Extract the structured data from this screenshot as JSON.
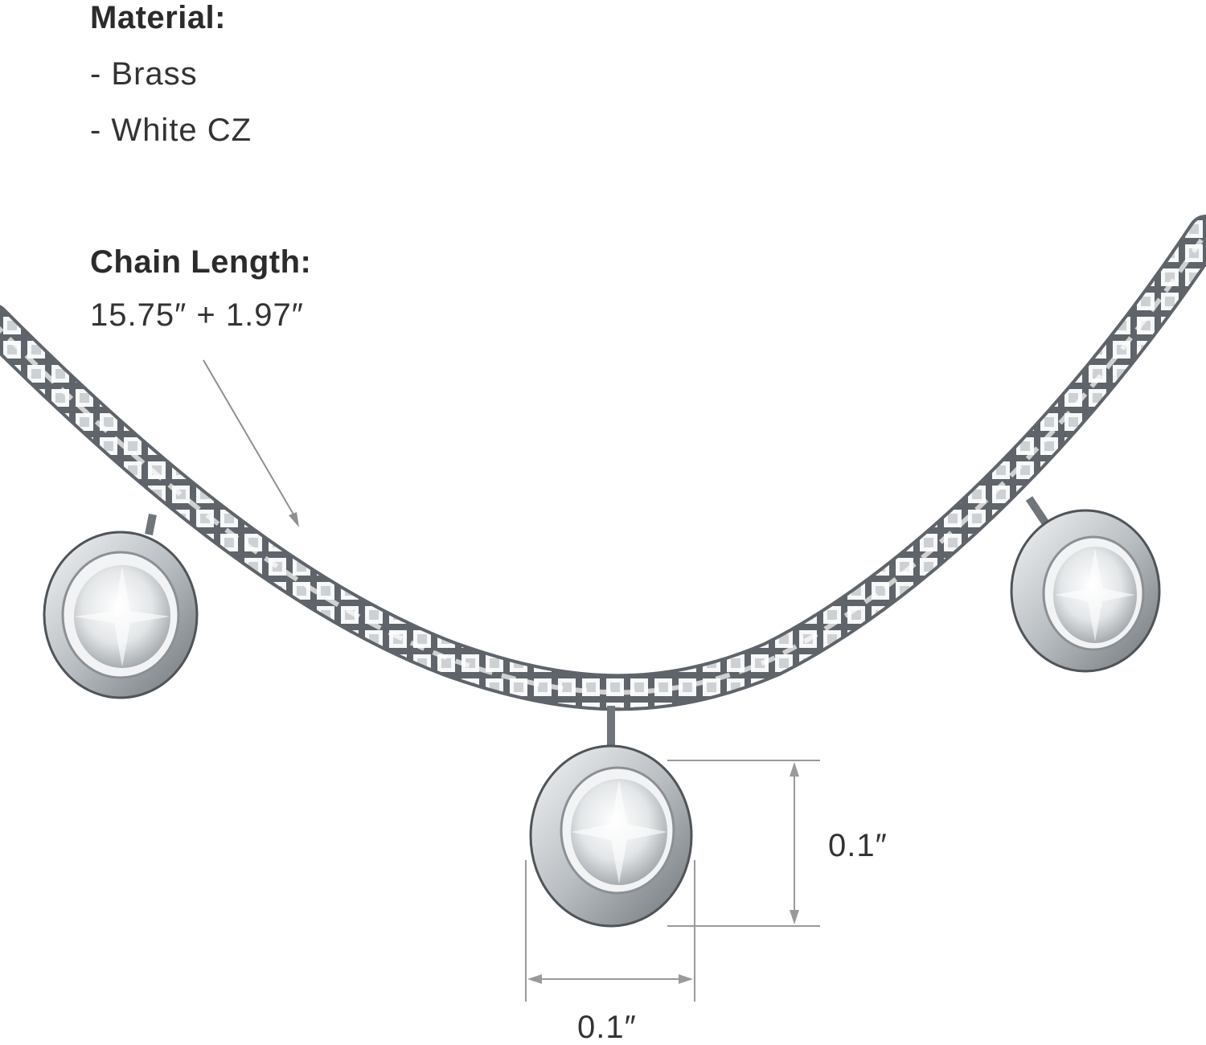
{
  "specs": {
    "material": {
      "heading": "Material:",
      "items": [
        "- Brass",
        "- White CZ"
      ]
    },
    "chain_length": {
      "heading": "Chain Length:",
      "value": "15.75″ + 1.97″"
    }
  },
  "dimensions": {
    "height": "0.1″",
    "width": "0.1″"
  },
  "colors": {
    "text": "#2b2b2b",
    "guide_lines": "#9a9a9a",
    "silver": "#cfd3d6"
  }
}
